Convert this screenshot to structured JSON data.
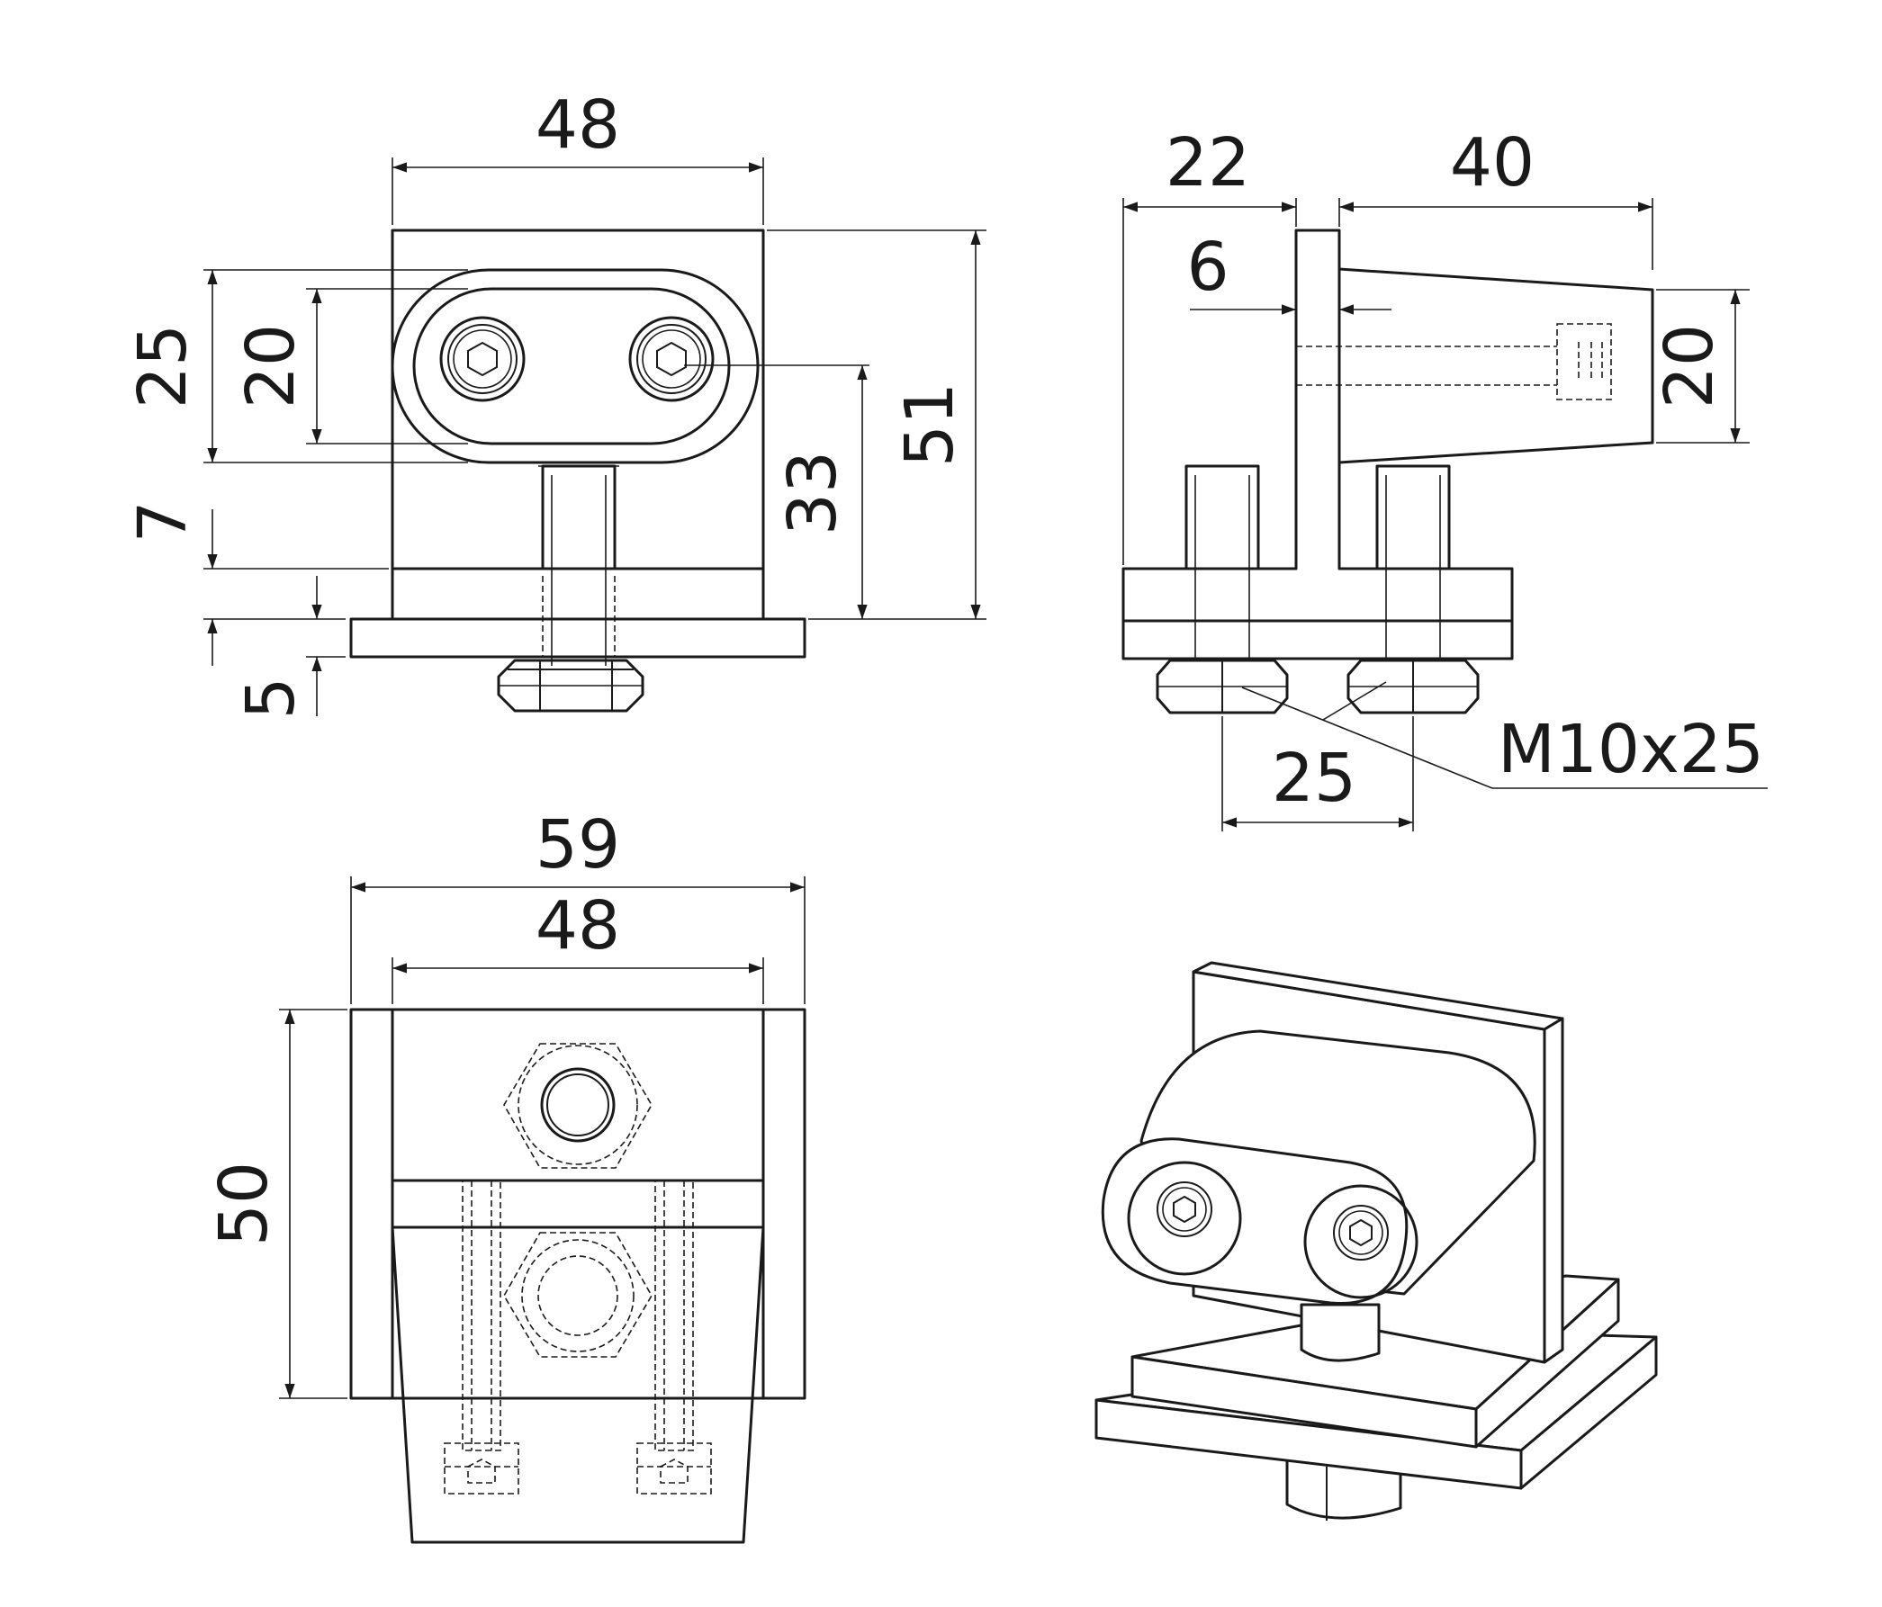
{
  "front_view": {
    "overall_width": "48",
    "slot_outer_height": "25",
    "slot_inner_height": "20",
    "flange_offset": "7",
    "base_plate_thickness": "5",
    "hole_to_base_height": "33",
    "overall_height": "51"
  },
  "side_view": {
    "base_depth": "22",
    "arm_length": "40",
    "web_thickness": "6",
    "arm_height": "20",
    "bolt_spacing": "25",
    "bolt_spec": "M10x25"
  },
  "top_view": {
    "plate_width": "59",
    "body_width": "48",
    "depth": "50"
  }
}
